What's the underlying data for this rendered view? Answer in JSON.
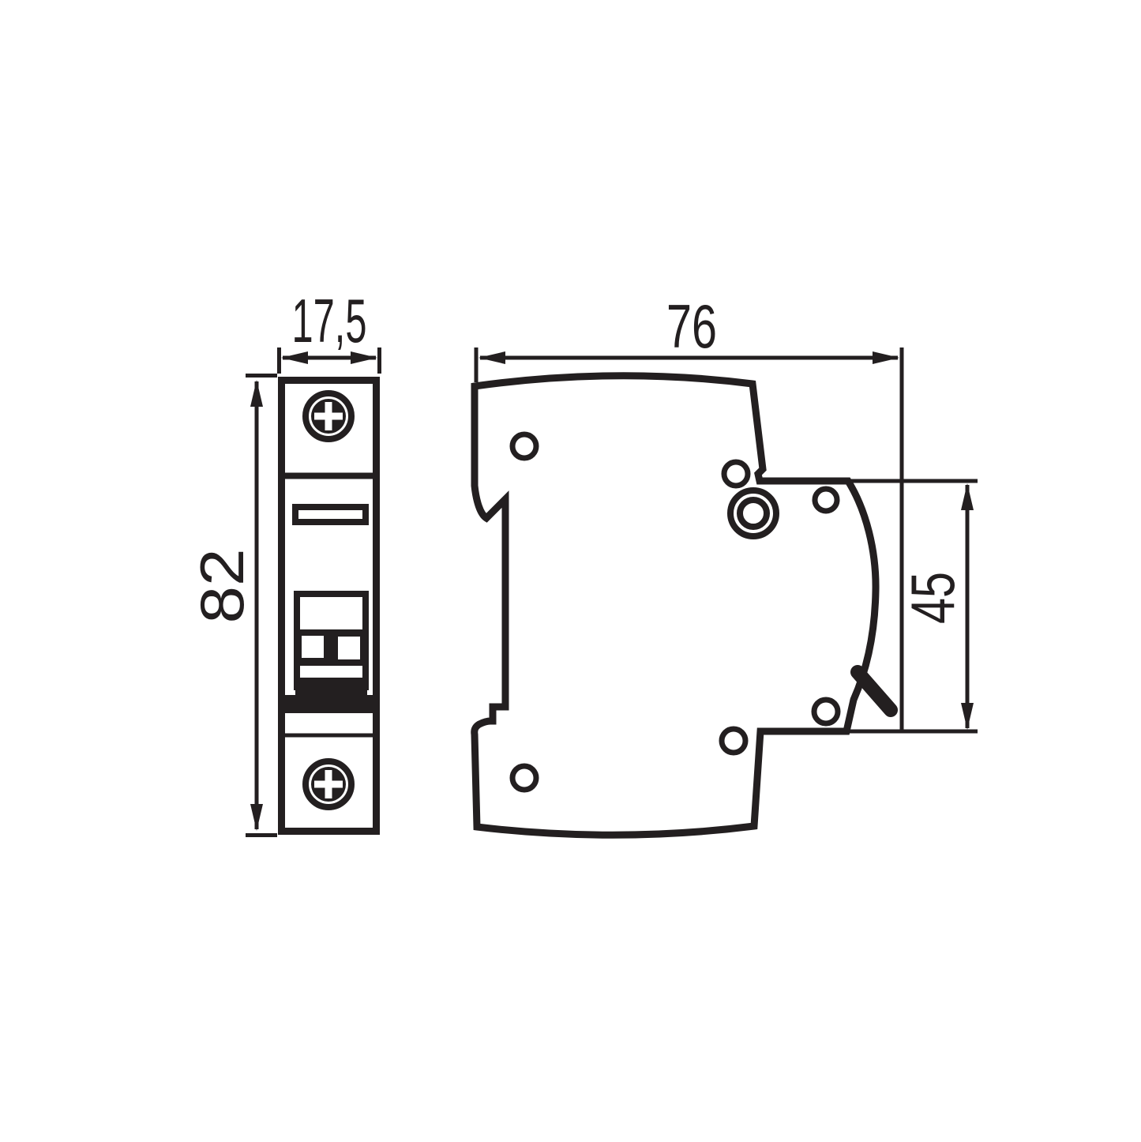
{
  "page": {
    "background": "#ffffff",
    "line_color": "#231f20"
  },
  "drawing": {
    "type": "technical-dimension-drawing",
    "subject": "1-pole modular circuit breaker, front and side views",
    "views": {
      "front": {
        "width_label": "17,5",
        "height_label": "82"
      },
      "side": {
        "depth_label": "76",
        "face_height_label": "45"
      }
    }
  }
}
